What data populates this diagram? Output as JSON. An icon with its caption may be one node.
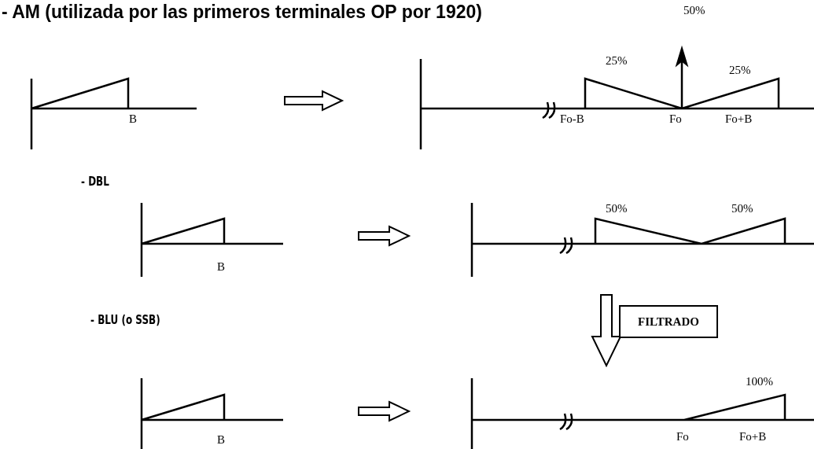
{
  "diagram": {
    "title": "- AM (utilizada por las primeros terminales OP por 1920)",
    "nodes": [
      {
        "text": [
          "FILTRADO"
        ]
      }
    ],
    "labels": [
      "50%",
      "25%",
      "25%",
      "B",
      "Fo-B",
      "Fo",
      "Fo+B",
      "- DBL",
      "50%",
      "50%",
      "B",
      "- BLU (o SSB)",
      "100%",
      "B",
      "Fo",
      "Fo+B"
    ]
  }
}
